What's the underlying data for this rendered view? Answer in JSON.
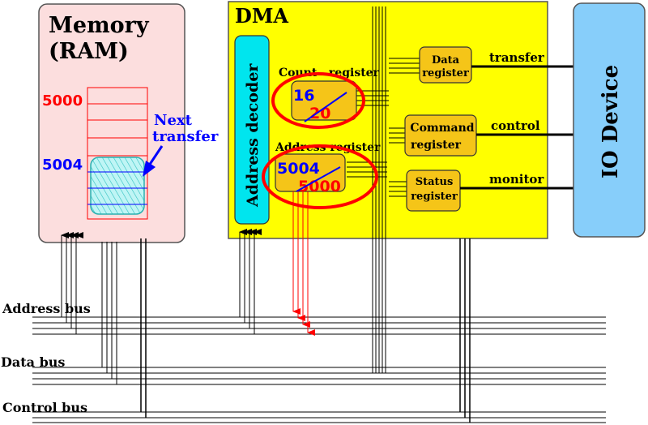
{
  "memory": {
    "title_line1": "Memory",
    "title_line2": "(RAM)",
    "addr_5000": "5000",
    "addr_5004": "5004",
    "next_transfer_line1": "Next",
    "next_transfer_line2": "transfer"
  },
  "dma": {
    "title": "DMA",
    "address_decoder": "Address decoder",
    "count_register_label": "Count   register",
    "count_old": "16",
    "count_new": "20",
    "address_register_label": "Address register",
    "address_old": "5004",
    "address_new": "5000",
    "data_register_line1": "Data",
    "data_register_line2": "register",
    "command_register_line1": "Command",
    "command_register_line2": "register",
    "status_register_line1": "Status",
    "status_register_line2": "register",
    "transfer_label": "transfer",
    "control_label": "control",
    "monitor_label": "monitor"
  },
  "io_device": {
    "label": "IO Device"
  },
  "buses": {
    "address_bus": "Address bus",
    "data_bus": "Data bus",
    "control_bus": "Control bus"
  },
  "colors": {
    "memory_fill": "#fcdede",
    "dma_fill": "#ffff00",
    "register_fill": "#f5c518",
    "decoder_fill": "#00e5ee",
    "io_fill": "#87cefa",
    "highlight_red": "#ff0000",
    "accent_blue": "#0000ff"
  }
}
